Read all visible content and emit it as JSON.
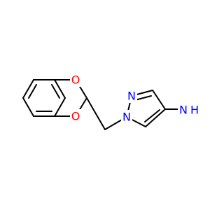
{
  "molecule": {
    "atoms": {
      "o_upper": {
        "symbol": "O",
        "color": "#ff0000"
      },
      "o_lower": {
        "symbol": "O",
        "color": "#ff0000"
      },
      "n_pyrazole_top": {
        "symbol": "N",
        "color": "#0000ff"
      },
      "n_pyrazole_bottom": {
        "symbol": "N",
        "color": "#0000ff"
      },
      "amine_n": {
        "symbol": "N",
        "color": "#0000ff"
      },
      "amine_h2": {
        "symbol": "H",
        "color": "#0000ff"
      }
    },
    "colors": {
      "bond": "#000000",
      "oxygen": "#ff0000",
      "nitrogen": "#0000ff"
    }
  }
}
